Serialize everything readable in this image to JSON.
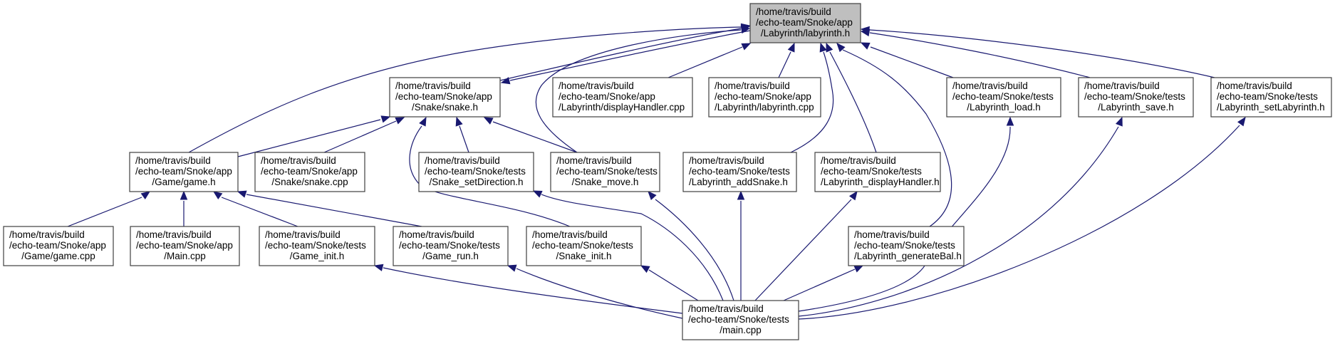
{
  "graph": {
    "title": "Include dependency graph for labyrinth.h",
    "colors": {
      "edge": "#191970",
      "node_border": "#404040",
      "node_fill": "#ffffff",
      "root_fill": "#bfbfbf"
    },
    "nodes": [
      {
        "id": "labyrinth_h",
        "root": true,
        "lines": [
          "/home/travis/build",
          "/echo-team/Snoke/app",
          "/Labyrinth/labyrinth.h"
        ]
      },
      {
        "id": "snake_h",
        "lines": [
          "/home/travis/build",
          "/echo-team/Snoke/app",
          "/Snake/snake.h"
        ]
      },
      {
        "id": "displayHandler_cpp",
        "lines": [
          "/home/travis/build",
          "/echo-team/Snoke/app",
          "/Labyrinth/displayHandler.cpp"
        ]
      },
      {
        "id": "labyrinth_cpp",
        "lines": [
          "/home/travis/build",
          "/echo-team/Snoke/app",
          "/Labyrinth/labyrinth.cpp"
        ]
      },
      {
        "id": "Labyrinth_load_h",
        "lines": [
          "/home/travis/build",
          "/echo-team/Snoke/tests",
          "/Labyrinth_load.h"
        ]
      },
      {
        "id": "Labyrinth_save_h",
        "lines": [
          "/home/travis/build",
          "/echo-team/Snoke/tests",
          "/Labyrinth_save.h"
        ]
      },
      {
        "id": "Labyrinth_setLabyrinth_h",
        "lines": [
          "/home/travis/build",
          "/echo-team/Snoke/tests",
          "/Labyrinth_setLabyrinth.h"
        ]
      },
      {
        "id": "game_h",
        "lines": [
          "/home/travis/build",
          "/echo-team/Snoke/app",
          "/Game/game.h"
        ]
      },
      {
        "id": "snake_cpp",
        "lines": [
          "/home/travis/build",
          "/echo-team/Snoke/app",
          "/Snake/snake.cpp"
        ]
      },
      {
        "id": "Snake_setDirection_h",
        "lines": [
          "/home/travis/build",
          "/echo-team/Snoke/tests",
          "/Snake_setDirection.h"
        ]
      },
      {
        "id": "Snake_move_h",
        "lines": [
          "/home/travis/build",
          "/echo-team/Snoke/tests",
          "/Snake_move.h"
        ]
      },
      {
        "id": "Labyrinth_addSnake_h",
        "lines": [
          "/home/travis/build",
          "/echo-team/Snoke/tests",
          "/Labyrinth_addSnake.h"
        ]
      },
      {
        "id": "Labyrinth_displayHandler_h",
        "lines": [
          "/home/travis/build",
          "/echo-team/Snoke/tests",
          "/Labyrinth_displayHandler.h"
        ]
      },
      {
        "id": "game_cpp",
        "lines": [
          "/home/travis/build",
          "/echo-team/Snoke/app",
          "/Game/game.cpp"
        ]
      },
      {
        "id": "Main_cpp",
        "lines": [
          "/home/travis/build",
          "/echo-team/Snoke/app",
          "/Main.cpp"
        ]
      },
      {
        "id": "Game_init_h",
        "lines": [
          "/home/travis/build",
          "/echo-team/Snoke/tests",
          "/Game_init.h"
        ]
      },
      {
        "id": "Game_run_h",
        "lines": [
          "/home/travis/build",
          "/echo-team/Snoke/tests",
          "/Game_run.h"
        ]
      },
      {
        "id": "Snake_init_h",
        "lines": [
          "/home/travis/build",
          "/echo-team/Snoke/tests",
          "/Snake_init.h"
        ]
      },
      {
        "id": "Labyrinth_generateBal_h",
        "lines": [
          "/home/travis/build",
          "/echo-team/Snoke/tests",
          "/Labyrinth_generateBal.h"
        ]
      },
      {
        "id": "main_cpp",
        "lines": [
          "/home/travis/build",
          "/echo-team/Snoke/tests",
          "/main.cpp"
        ]
      }
    ],
    "edges": [
      {
        "from": "snake_h",
        "to": "labyrinth_h"
      },
      {
        "from": "labyrinth_h",
        "to": "snake_h"
      },
      {
        "from": "game_h",
        "to": "labyrinth_h"
      },
      {
        "from": "displayHandler_cpp",
        "to": "labyrinth_h"
      },
      {
        "from": "labyrinth_cpp",
        "to": "labyrinth_h"
      },
      {
        "from": "Labyrinth_load_h",
        "to": "labyrinth_h"
      },
      {
        "from": "Labyrinth_save_h",
        "to": "labyrinth_h"
      },
      {
        "from": "Labyrinth_setLabyrinth_h",
        "to": "labyrinth_h"
      },
      {
        "from": "Snake_move_h",
        "to": "labyrinth_h"
      },
      {
        "from": "Labyrinth_addSnake_h",
        "to": "labyrinth_h"
      },
      {
        "from": "Labyrinth_displayHandler_h",
        "to": "labyrinth_h"
      },
      {
        "from": "Labyrinth_generateBal_h",
        "to": "labyrinth_h"
      },
      {
        "from": "game_h",
        "to": "snake_h"
      },
      {
        "from": "snake_cpp",
        "to": "snake_h"
      },
      {
        "from": "Snake_setDirection_h",
        "to": "snake_h"
      },
      {
        "from": "Snake_move_h",
        "to": "snake_h"
      },
      {
        "from": "Snake_init_h",
        "to": "snake_h"
      },
      {
        "from": "game_cpp",
        "to": "game_h"
      },
      {
        "from": "Main_cpp",
        "to": "game_h"
      },
      {
        "from": "Game_init_h",
        "to": "game_h"
      },
      {
        "from": "Game_run_h",
        "to": "game_h"
      },
      {
        "from": "main_cpp",
        "to": "Game_init_h"
      },
      {
        "from": "main_cpp",
        "to": "Game_run_h"
      },
      {
        "from": "main_cpp",
        "to": "Snake_init_h"
      },
      {
        "from": "main_cpp",
        "to": "Snake_setDirection_h"
      },
      {
        "from": "main_cpp",
        "to": "Snake_move_h"
      },
      {
        "from": "main_cpp",
        "to": "Labyrinth_addSnake_h"
      },
      {
        "from": "main_cpp",
        "to": "Labyrinth_displayHandler_h"
      },
      {
        "from": "main_cpp",
        "to": "Labyrinth_generateBal_h"
      },
      {
        "from": "main_cpp",
        "to": "Labyrinth_load_h"
      },
      {
        "from": "main_cpp",
        "to": "Labyrinth_save_h"
      },
      {
        "from": "main_cpp",
        "to": "Labyrinth_setLabyrinth_h"
      }
    ]
  }
}
